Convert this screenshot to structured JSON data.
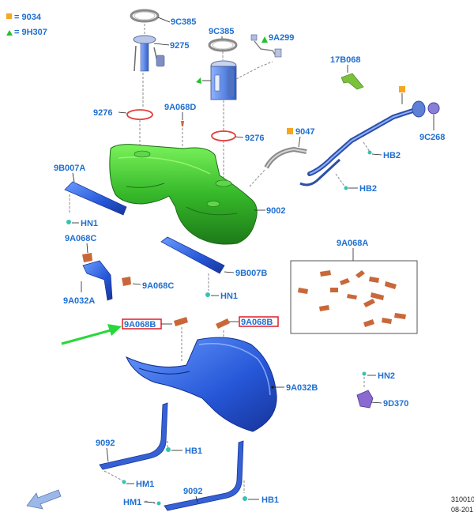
{
  "legend": [
    {
      "marker": "orange-square",
      "color": "#f5a623",
      "text": "= 9034"
    },
    {
      "marker": "green-triangle",
      "color": "#22c32a",
      "text": "= 9H307"
    }
  ],
  "parts": {
    "p9C385a": "9C385",
    "p9C385b": "9C385",
    "p9275": "9275",
    "p9A299": "9A299",
    "p17B068": "17B068",
    "p9276a": "9276",
    "p9A068D": "9A068D",
    "p9276b": "9276",
    "p9047": "9047",
    "p9C268": "9C268",
    "pHB2a": "HB2",
    "pHB2b": "HB2",
    "p9B007A": "9B007A",
    "p9002": "9002",
    "pHN1a": "HN1",
    "p9A068C_a": "9A068C",
    "p9A068A": "9A068A",
    "p9B007B": "9B007B",
    "p9A032A": "9A032A",
    "p9A068C_b": "9A068C",
    "pHN1b": "HN1",
    "p9A068B_a": "9A068B",
    "p9A068B_b": "9A068B",
    "pHN2": "HN2",
    "p9A032B": "9A032B",
    "p9D370": "9D370",
    "p9092a": "9092",
    "pHB1a": "HB1",
    "pHM1a": "HM1",
    "p9092b": "9092",
    "pHM1b": "HM1",
    "pHB1b": "HB1"
  },
  "footer": {
    "code": "310010",
    "date": "08-201"
  },
  "colors": {
    "label": "#1f6fd0",
    "tank": "#3cc02c",
    "shield": "#2f6ae0",
    "pad": "#c8683a",
    "highlight": "#e01f27",
    "arrow": "#27d83a"
  }
}
